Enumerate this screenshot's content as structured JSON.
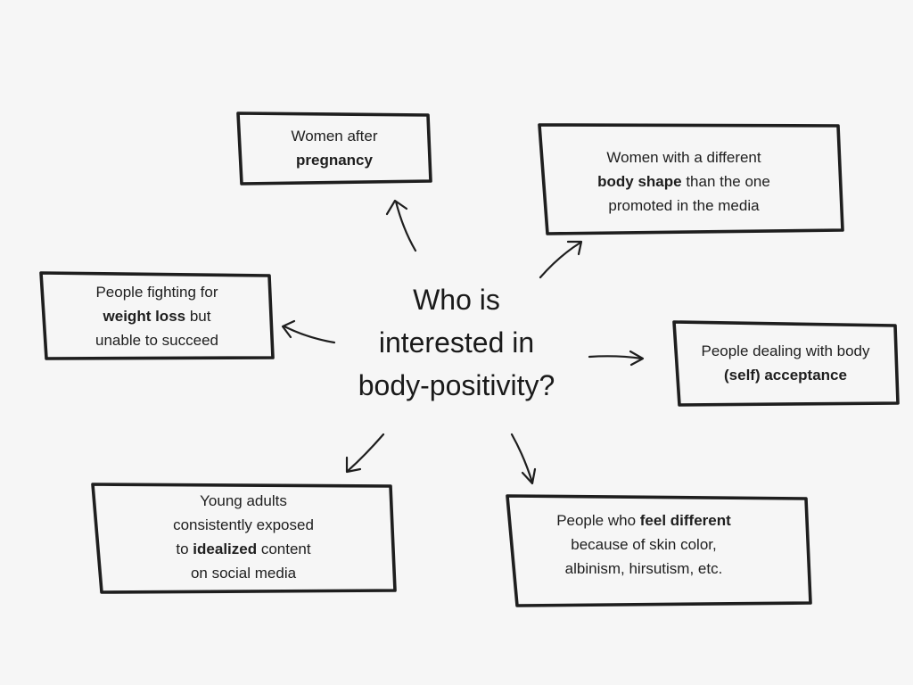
{
  "center": {
    "line1": "Who is",
    "line2": "interested in",
    "line3": "body-positivity?"
  },
  "nodes": {
    "pregnancy": {
      "l1": "Women after",
      "l2_bold": "pregnancy"
    },
    "body_shape": {
      "l1": "Women with a different",
      "l2_bold": "body shape",
      "l2_rest": " than the one",
      "l3": "promoted in the media"
    },
    "weight_loss": {
      "l1": "People fighting for",
      "l2_bold": "weight loss",
      "l2_rest": " but",
      "l3": "unable to succeed"
    },
    "self_acceptance": {
      "l1": "People dealing with body",
      "l2_bold": "(self) acceptance"
    },
    "young_adults": {
      "l1": "Young adults",
      "l2": "consistently exposed",
      "l3_pre": "to ",
      "l3_bold": "idealized",
      "l3_rest": " content",
      "l4": "on social media"
    },
    "feel_different": {
      "l1_pre": "People who ",
      "l1_bold": "feel different",
      "l2": "because of skin color,",
      "l3": "albinism, hirsutism, etc."
    }
  }
}
